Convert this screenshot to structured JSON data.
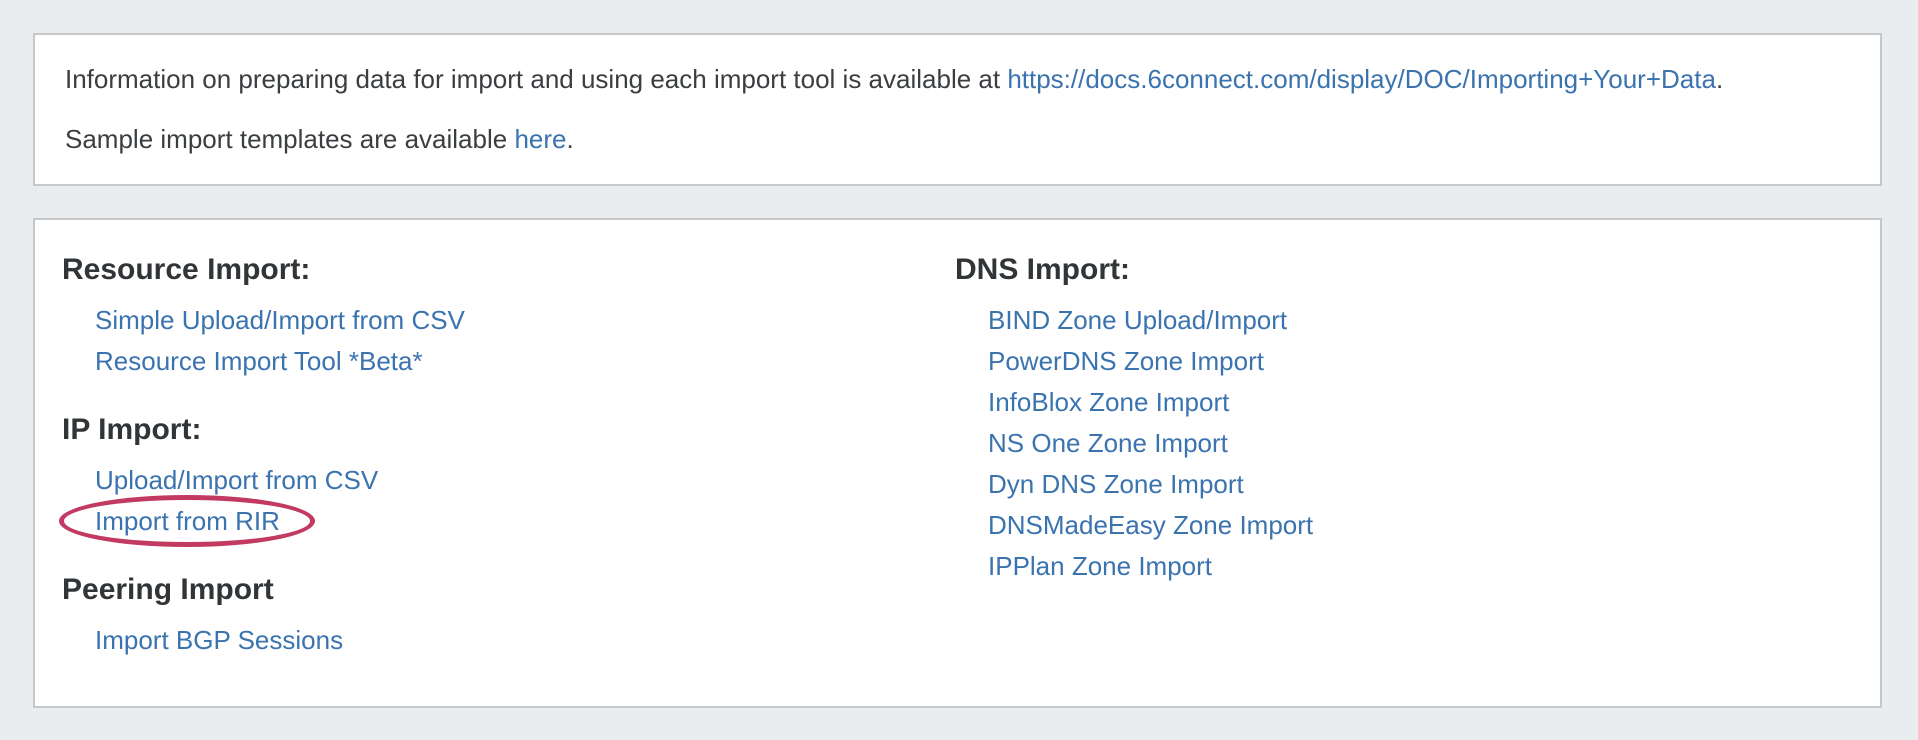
{
  "colors": {
    "page_bg": "#e9edf0",
    "panel_bg": "#ffffff",
    "panel_border": "#c5c7c9",
    "link": "#3b73af",
    "heading": "#323537",
    "body_text": "#3b3e41",
    "annotation": "#c23a62"
  },
  "info_panel": {
    "line1": {
      "text_before_link": "Information on preparing data for import and using each import tool is available at ",
      "link": "https://docs.6connect.com/display/DOC/Importing+Your+Data",
      "text_after_link": "."
    },
    "line2": {
      "text_before_link": "Sample import templates are available ",
      "link": "here",
      "text_after_link": "."
    }
  },
  "import_panel": {
    "left_sections": [
      {
        "heading": "Resource Import:",
        "links": [
          "Simple Upload/Import from CSV",
          "Resource Import Tool *Beta*"
        ]
      },
      {
        "heading": "IP Import:",
        "links": [
          "Upload/Import from CSV",
          "Import from RIR"
        ]
      },
      {
        "heading": "Peering Import",
        "links": [
          "Import BGP Sessions"
        ]
      }
    ],
    "right_sections": [
      {
        "heading": "DNS Import:",
        "links": [
          "BIND Zone Upload/Import",
          "PowerDNS Zone Import",
          "InfoBlox Zone Import",
          "NS One Zone Import",
          "Dyn DNS Zone Import",
          "DNSMadeEasy Zone Import",
          "IPPlan Zone Import"
        ]
      }
    ],
    "annotation": {
      "type": "ellipse-highlight",
      "target_link": "Import from RIR",
      "color": "#c23a62"
    }
  }
}
